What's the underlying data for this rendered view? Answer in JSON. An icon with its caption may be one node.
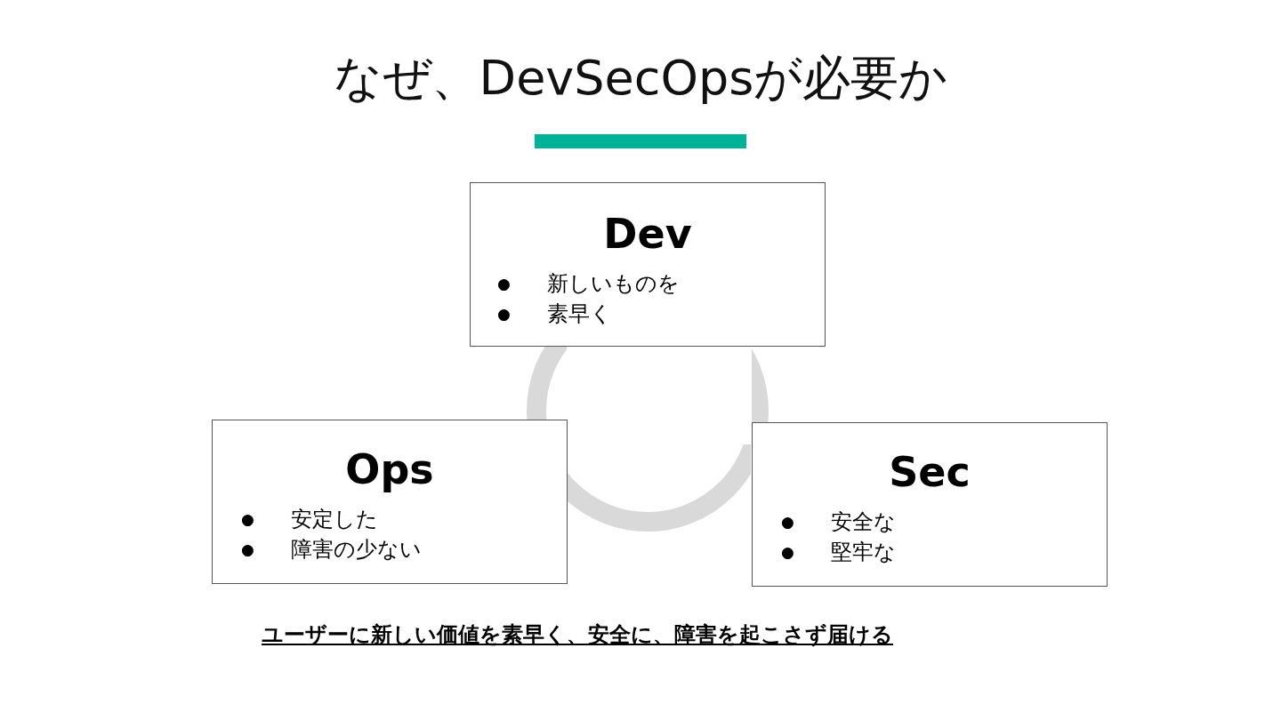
{
  "diagram": {
    "title": "なぜ、DevSecOpsが必要か",
    "nodes": [
      {
        "text": [
          "Dev",
          "●",
          "新しいものを",
          "●",
          "素早く"
        ]
      },
      {
        "text": [
          "Ops",
          "●",
          "安定した",
          "●",
          "障害の少ない"
        ]
      },
      {
        "text": [
          "Sec",
          "●",
          "安全な",
          "●",
          "堅牢な"
        ]
      },
      {
        "text": [],
        "shape": "arc"
      },
      {
        "text": [],
        "shape": "arc"
      },
      {
        "text": [],
        "shape": "arc"
      }
    ],
    "edges": [],
    "labels": [
      "ユーザーに新しい価値を素早く、安全に、障害を起こさず届ける"
    ]
  }
}
